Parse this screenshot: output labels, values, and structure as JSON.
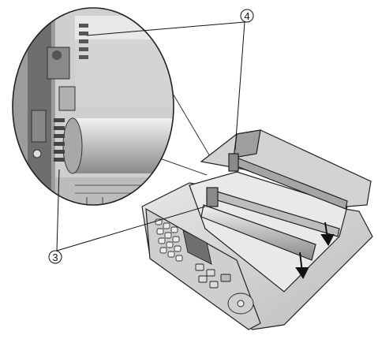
{
  "callouts": [
    {
      "id": "callout-3",
      "label": "3"
    },
    {
      "id": "callout-4",
      "label": "4"
    }
  ],
  "colors": {
    "line": "#222222",
    "panel_light": "#d9d9d9",
    "panel_mid": "#b5b5b5",
    "panel_dark": "#7a7a7a",
    "metal": "#9a9a9a"
  }
}
